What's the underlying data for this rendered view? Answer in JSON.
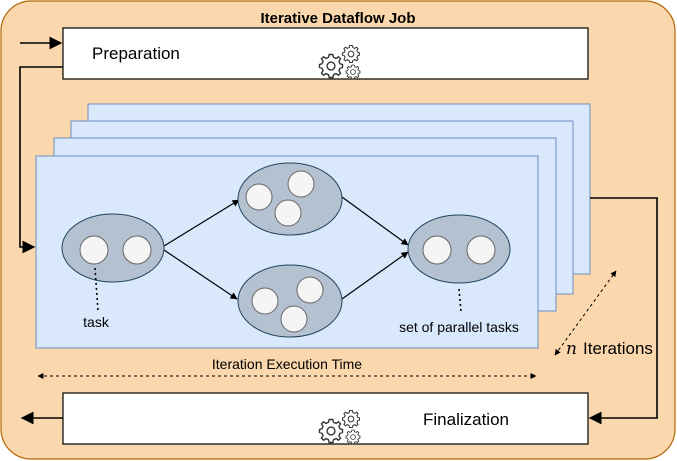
{
  "diagram": {
    "title": "Iterative Dataflow Job",
    "preparation_label": "Preparation",
    "finalization_label": "Finalization",
    "task_label": "task",
    "parallel_tasks_label": "set of parallel tasks",
    "iteration_time_label": "Iteration Execution Time",
    "n_symbol": "n",
    "iterations_label": "Iterations",
    "colors": {
      "container_fill": "#fad7ac",
      "container_stroke": "#b46504",
      "layer_fill": "#dae8fc",
      "layer_stroke": "#6c8ebf",
      "task_group_fill": "#b3c1d1",
      "task_group_stroke": "#23445d",
      "task_fill": "#f5f5f5",
      "task_stroke": "#666666"
    },
    "icons": {
      "preparation_icon": "gears-icon",
      "finalization_icon": "gears-icon"
    }
  }
}
